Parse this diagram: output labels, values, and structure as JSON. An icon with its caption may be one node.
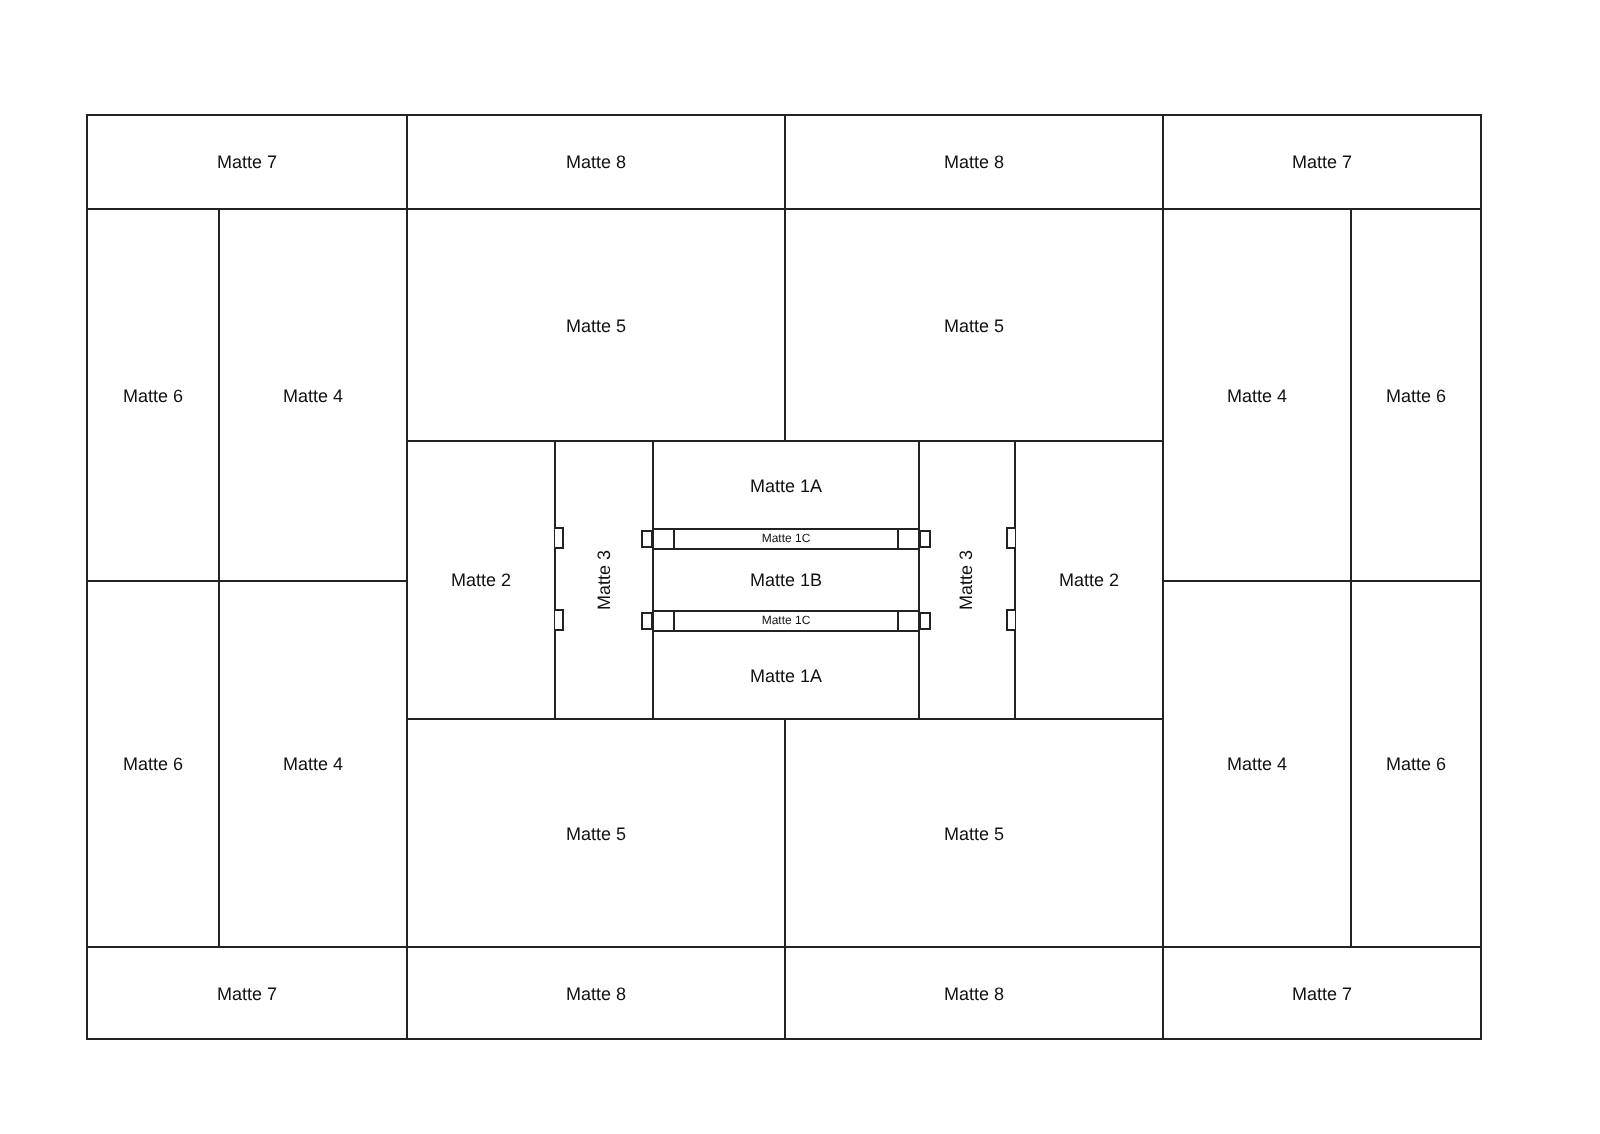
{
  "diagram": {
    "nodes": [
      {
        "text": [
          "Matte 7"
        ]
      },
      {
        "text": [
          "Matte 8"
        ]
      },
      {
        "text": [
          "Matte 8"
        ]
      },
      {
        "text": [
          "Matte 7"
        ]
      },
      {
        "text": [
          "Matte 6"
        ]
      },
      {
        "text": [
          "Matte 4"
        ]
      },
      {
        "text": [
          "Matte 5"
        ]
      },
      {
        "text": [
          "Matte 5"
        ]
      },
      {
        "text": [
          "Matte 4"
        ]
      },
      {
        "text": [
          "Matte 6"
        ]
      },
      {
        "text": [
          "Matte 2"
        ]
      },
      {
        "text": [
          "Matte 3"
        ]
      },
      {
        "text": [
          "Matte 1A"
        ]
      },
      {
        "text": [
          "Matte 1C"
        ]
      },
      {
        "text": [
          "Matte 1B"
        ]
      },
      {
        "text": [
          "Matte 1C"
        ]
      },
      {
        "text": [
          "Matte 1A"
        ]
      },
      {
        "text": [
          "Matte 3"
        ]
      },
      {
        "text": [
          "Matte 2"
        ]
      },
      {
        "text": [
          "Matte 6"
        ]
      },
      {
        "text": [
          "Matte 4"
        ]
      },
      {
        "text": [
          "Matte 5"
        ]
      },
      {
        "text": [
          "Matte 5"
        ]
      },
      {
        "text": [
          "Matte 4"
        ]
      },
      {
        "text": [
          "Matte 6"
        ]
      },
      {
        "text": [
          "Matte 7"
        ]
      },
      {
        "text": [
          "Matte 8"
        ]
      },
      {
        "text": [
          "Matte 8"
        ]
      },
      {
        "text": [
          "Matte 7"
        ]
      }
    ]
  }
}
